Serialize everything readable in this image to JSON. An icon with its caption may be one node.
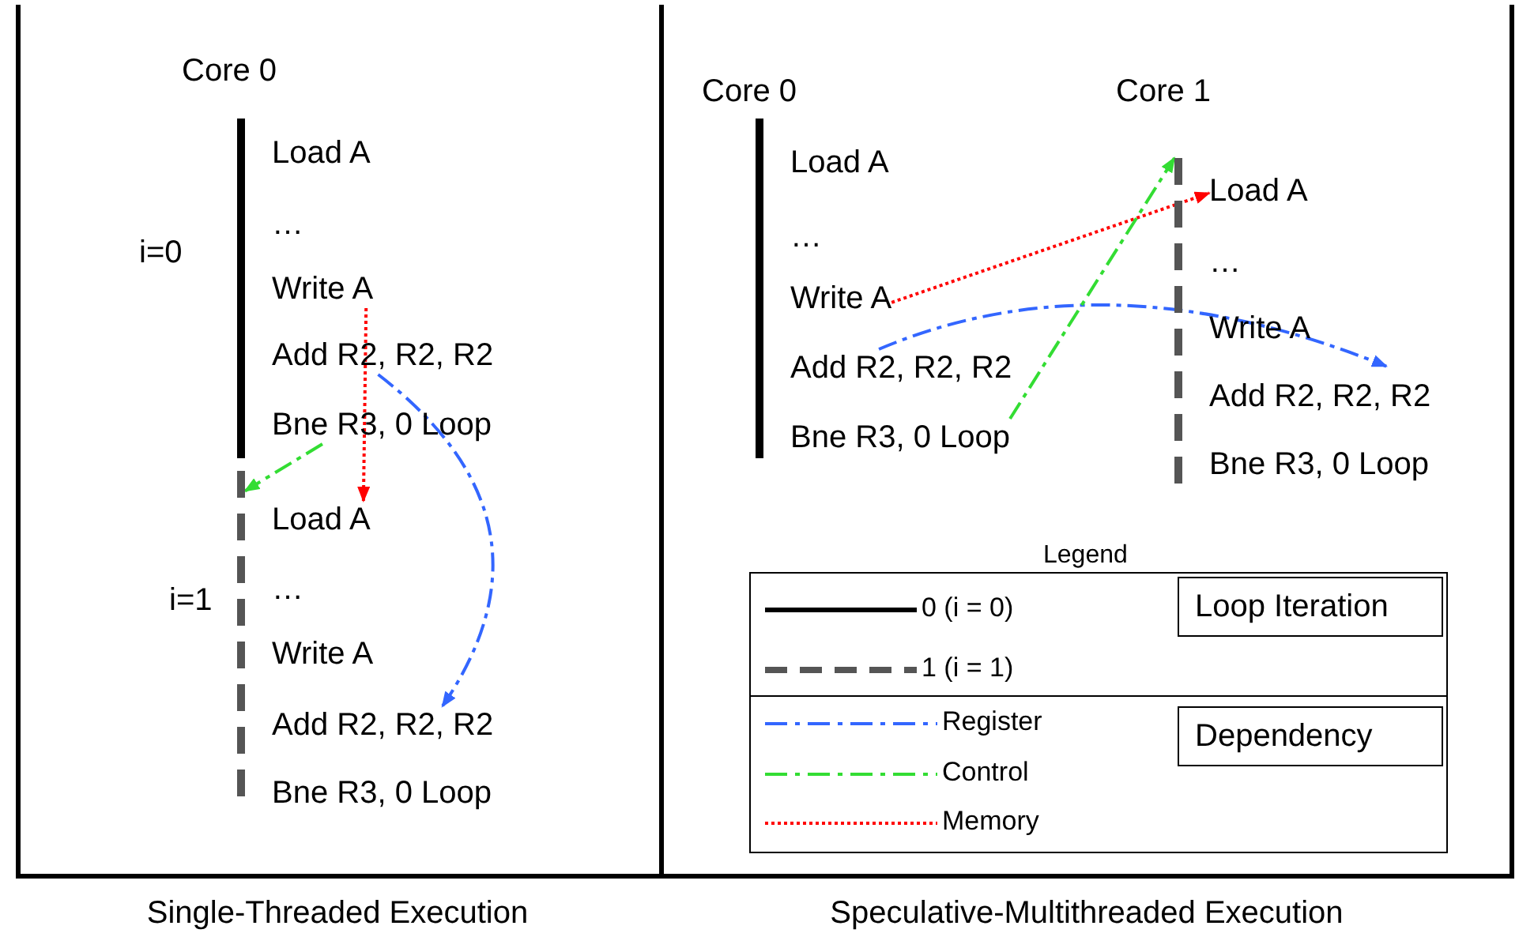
{
  "diagram": {
    "nodes": [
      {
        "text": [
          "Single-Threaded Execution"
        ]
      },
      {
        "text": [],
        "shape": "bar",
        "in": 0,
        "beside": [
          "Core 0",
          "i=0"
        ]
      },
      {
        "text": [
          "Load A"
        ],
        "in": 0
      },
      {
        "text": [
          "…"
        ],
        "in": 0
      },
      {
        "text": [
          "Write A"
        ],
        "in": 0
      },
      {
        "text": [
          "Add R2, R2, R2"
        ],
        "in": 0
      },
      {
        "text": [
          "Bne R3, 0 Loop"
        ],
        "in": 0
      },
      {
        "text": [],
        "shape": "bar",
        "in": 0,
        "beside": [
          "i=1"
        ]
      },
      {
        "text": [
          "Load A"
        ],
        "in": 0
      },
      {
        "text": [
          "…"
        ],
        "in": 0
      },
      {
        "text": [
          "Write A"
        ],
        "in": 0
      },
      {
        "text": [
          "Add R2, R2, R2"
        ],
        "in": 0
      },
      {
        "text": [
          "Bne R3, 0 Loop"
        ],
        "in": 0
      },
      {
        "text": [
          "Speculative-Multithreaded Execution"
        ]
      },
      {
        "text": [],
        "shape": "bar",
        "in": 13,
        "beside": [
          "Core 0"
        ]
      },
      {
        "text": [
          "Load A"
        ],
        "in": 13
      },
      {
        "text": [
          "…"
        ],
        "in": 13
      },
      {
        "text": [
          "Write A"
        ],
        "in": 13
      },
      {
        "text": [
          "Add R2, R2, R2"
        ],
        "in": 13
      },
      {
        "text": [
          "Bne R3, 0 Loop"
        ],
        "in": 13
      },
      {
        "text": [],
        "shape": "bar",
        "in": 13,
        "beside": [
          "Core 1"
        ]
      },
      {
        "text": [
          "Load A"
        ],
        "in": 13
      },
      {
        "text": [
          "…"
        ],
        "in": 13
      },
      {
        "text": [
          "Write A"
        ],
        "in": 13
      },
      {
        "text": [
          "Add R2, R2, R2"
        ],
        "in": 13
      },
      {
        "text": [
          "Bne R3, 0 Loop"
        ],
        "in": 13
      },
      {
        "text": [
          "Legend"
        ],
        "in": 13
      },
      {
        "text": [
          "Loop Iteration"
        ],
        "in": 26
      },
      {
        "text": [
          "Dependency"
        ],
        "in": 26
      }
    ],
    "edges": [
      {
        "from": 4,
        "to": 8,
        "arrow": "to",
        "style": "dashed",
        "color": "#ff0000"
      },
      {
        "from": 5,
        "to": 11,
        "arrow": "to",
        "style": "dashed",
        "color": "#3366ff"
      },
      {
        "from": 6,
        "to": 7,
        "arrow": "to",
        "style": "dashed",
        "color": "#33dd33"
      },
      {
        "from": 17,
        "to": 21,
        "arrow": "to",
        "style": "dashed",
        "color": "#ff0000"
      },
      {
        "from": 18,
        "to": 24,
        "arrow": "to",
        "style": "dashed",
        "color": "#3366ff"
      },
      {
        "from": 19,
        "to": 20,
        "arrow": "to",
        "style": "dashed",
        "color": "#33dd33"
      }
    ],
    "legend": [
      {
        "text": "0 (i = 0)"
      },
      {
        "text": "1 (i = 1)"
      },
      {
        "text": "Register"
      },
      {
        "text": "Control"
      },
      {
        "text": "Memory"
      }
    ]
  }
}
